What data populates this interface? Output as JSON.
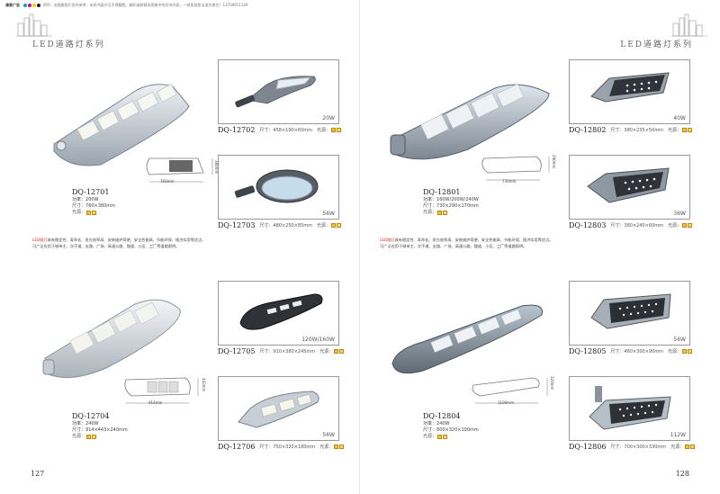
{
  "header": {
    "brand": "清泉广告",
    "notice": "声明：本图册图片仅作参考，未经书面许可不得翻版，翻印或转载本图册中的任何内容，一经发现依法追究责任！13709911109",
    "cmyk_colors": [
      "#00a0e0",
      "#e0007a",
      "#f7d000",
      "#222222"
    ]
  },
  "series_title": "LED道路灯系列",
  "left_page": {
    "page_number": "127",
    "description_hi": "LED路灯",
    "description_line1": "具有稳定性、寿命长、发光效率高、安装维护简便、安全性能高、节能环保、經济实用等优点。",
    "description_line2": "可广泛应用于城市主、次干道、支路、广场、高速公路、隧道、小区、工厂等道路照明。",
    "products": [
      {
        "code": "DQ-12701",
        "power_label": "功率：",
        "power": "200W",
        "size_label": "尺寸：",
        "size": "760×380mm",
        "light_label": "光源："
      },
      {
        "code": "DQ-12702",
        "size": "尺寸：458×190×60mm",
        "light": "光源：",
        "watt": "20W"
      },
      {
        "code": "DQ-12703",
        "size": "尺寸：480×250×85mm",
        "light": "光源：",
        "watt": "56W"
      },
      {
        "code": "DQ-12704",
        "power_label": "功率：",
        "power": "240W",
        "size_label": "尺寸：",
        "size": "914×443×240mm",
        "light_label": "光源："
      },
      {
        "code": "DQ-12705",
        "size": "尺寸：910×380×245mm",
        "light": "光源：",
        "watt": "120W/160W"
      },
      {
        "code": "DQ-12706",
        "size": "尺寸：750×320×180mm",
        "light": "光源：",
        "watt": "56W"
      }
    ],
    "diagrams": [
      {
        "width_label": "760mm",
        "height_label": "380mm"
      },
      {
        "width_label": "914mm",
        "height_label": "443mm"
      }
    ]
  },
  "right_page": {
    "page_number": "128",
    "description_hi": "LED路灯",
    "description_line1": "具有稳定性、寿命长、发光效率高、安装维护简便、安全性能高、节能环保、經济实用等优点。",
    "description_line2": "可广泛应用于城市主、次干道、支路、广场、高速公路、隧道、小区、工厂等道路照明。",
    "products": [
      {
        "code": "DQ-12801",
        "power_label": "功率：",
        "power": "160W/200W/240W",
        "size_label": "尺寸：",
        "size": "730×290×170mm",
        "light_label": "光源："
      },
      {
        "code": "DQ-12802",
        "size": "尺寸：380×235×50mm",
        "light": "光源：",
        "watt": "40W"
      },
      {
        "code": "DQ-12803",
        "size": "尺寸：380×240×60mm",
        "light": "光源：",
        "watt": "36W"
      },
      {
        "code": "DQ-12804",
        "power_label": "功率：",
        "power": "240W",
        "size_label": "尺寸：",
        "size": "800×320×100mm",
        "light_label": "光源："
      },
      {
        "code": "DQ-12805",
        "size": "尺寸：460×300×90mm",
        "light": "光源：",
        "watt": "56W"
      },
      {
        "code": "DQ-12806",
        "size": "尺寸：700×300×330mm",
        "light": "光源：",
        "watt": "112W"
      }
    ],
    "diagrams": [
      {
        "width_label": "730mm",
        "height_label": "290mm"
      },
      {
        "width_label": "1100mm",
        "height_label": "320mm"
      }
    ]
  }
}
